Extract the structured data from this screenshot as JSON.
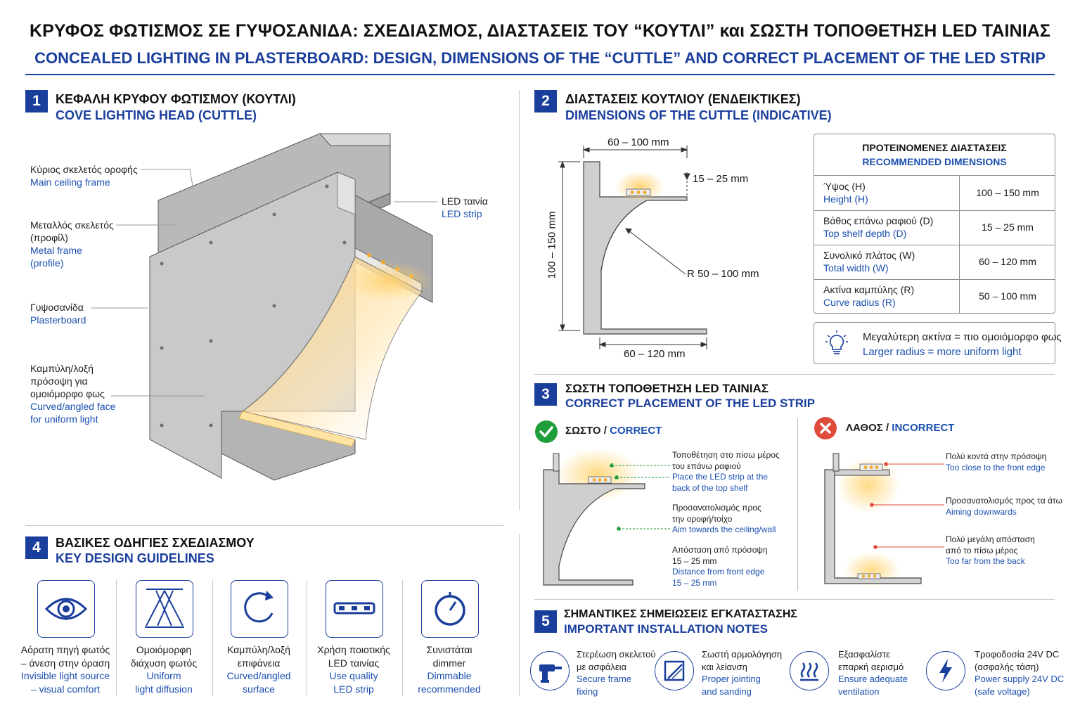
{
  "header": {
    "title_gr": "ΚΡΥΦΟΣ ΦΩΤΙΣΜΟΣ ΣΕ ΓΥΨΟΣΑΝΙΔΑ: ΣΧΕΔΙΑΣΜΟΣ, ΔΙΑΣΤΑΣΕΙΣ ΤΟΥ “ΚΟΥΤΛΙ” και ΣΩΣΤΗ ΤΟΠΟΘΕΤΗΣΗ LED ΤΑΙΝΙΑΣ",
    "title_en": "CONCEALED LIGHTING IN PLASTERBOARD: DESIGN, DIMENSIONS OF THE “CUTTLE” AND CORRECT PLACEMENT OF THE LED STRIP"
  },
  "section1": {
    "number": "1",
    "title_gr": "ΚΕΦΑΛΗ ΚΡΥΦΟΥ ΦΩΤΙΣΜΟΥ (ΚΟΥΤΛΙ)",
    "title_en": "COVE LIGHTING HEAD (CUTTLE)",
    "labels": {
      "main_frame_gr": "Κύριος σκελετός οροφής",
      "main_frame_en": "Main ceiling frame",
      "metal_gr1": "Μεταλλός σκελετός",
      "metal_gr2": "(προφίλ)",
      "metal_en1": "Metal frame",
      "metal_en2": "(profile)",
      "plaster_gr": "Γυψοσανίδα",
      "plaster_en": "Plasterboard",
      "curved_gr1": "Καμπύλη/λοξή",
      "curved_gr2": "πρόσοψη για",
      "curved_gr3": "ομοιόμορφο φως",
      "curved_en1": "Curved/angled face",
      "curved_en2": "for uniform light",
      "led_gr": "LED ταινία",
      "led_en": "LED strip"
    }
  },
  "section2": {
    "number": "2",
    "title_gr": "ΔΙΑΣΤΑΣΕΙΣ ΚΟΥΤΛΙΟΥ (ΕΝΔΕΙΚΤΙΚΕΣ)",
    "title_en": "DIMENSIONS OF THE CUTTLE (INDICATIVE)",
    "dims": {
      "top_width": "60 – 100 mm",
      "shelf": "15 – 25 mm",
      "height": "100 – 150 mm",
      "radius": "R 50 – 100 mm",
      "bottom_width": "60 – 120 mm"
    },
    "table": {
      "head_gr": "ΠΡΟΤΕΙΝΟΜΕΝΕΣ ΔΙΑΣΤΑΣΕΙΣ",
      "head_en": "RECOMMENDED DIMENSIONS",
      "rows": [
        {
          "gr": "Ύψος (H)",
          "en": "Height (H)",
          "value": "100 – 150 mm"
        },
        {
          "gr": "Βάθος επάνω ραφιού (D)",
          "en": "Top shelf depth (D)",
          "value": "15 – 25 mm"
        },
        {
          "gr": "Συνολικό πλάτος (W)",
          "en": "Total width (W)",
          "value": "60 – 120 mm"
        },
        {
          "gr": "Ακτίνα καμπύλης (R)",
          "en": "Curve radius (R)",
          "value": "50 – 100 mm"
        }
      ]
    },
    "tip_gr": "Μεγαλύτερη ακτίνα = πιο ομοιόμορφο φως",
    "tip_en": "Larger radius = more uniform light",
    "tip_icon": "lightbulb-icon"
  },
  "section3": {
    "number": "3",
    "title_gr": "ΣΩΣΤΗ ΤΟΠΟΘΕΤΗΣΗ LED ΤΑΙΝΙΑΣ",
    "title_en": "CORRECT PLACEMENT OF THE LED STRIP",
    "correct_gr": "ΣΩΣΤΟ",
    "correct_en": "CORRECT",
    "incorrect_gr": "ΛΑΘΟΣ",
    "incorrect_en": "INCORRECT",
    "separator": "/",
    "correct_notes": [
      {
        "gr1": "Τοποθέτηση στο πίσω μέρος",
        "gr2": "του επάνω ραφιού",
        "en1": "Place the LED strip at the",
        "en2": "back of the top shelf"
      },
      {
        "gr1": "Προσανατολισμός προς",
        "gr2": "την οροφή/τοίχο",
        "en1": "Aim towards the ceiling/wall",
        "en2": ""
      },
      {
        "gr1": "Απόσταση από πρόσοψη",
        "gr2": "15 – 25 mm",
        "en1": "Distance from front edge",
        "en2": "15 – 25 mm"
      }
    ],
    "incorrect_notes": [
      {
        "gr1": "Πολύ κοντά στην πρόσοψη",
        "gr2": "",
        "en1": "Too close to the front edge",
        "en2": ""
      },
      {
        "gr1": "Προσανατολισμός προς τα άτω",
        "gr2": "",
        "en1": "Aiming downwards",
        "en2": ""
      },
      {
        "gr1": "Πολύ μεγάλη απόσταση",
        "gr2": "από το πίσω μέρος",
        "en1": "Too far from the back",
        "en2": ""
      }
    ]
  },
  "section4": {
    "number": "4",
    "title_gr": "ΒΑΣΙΚΕΣ ΟΔΗΓΙΕΣ ΣΧΕΔΙΑΣΜΟΥ",
    "title_en": "KEY DESIGN GUIDELINES",
    "items": [
      {
        "icon": "eye-icon",
        "gr1": "Αόρατη πηγή φωτός",
        "gr2": "– άνεση στην όραση",
        "en1": "Invisible light source",
        "en2": "– visual comfort"
      },
      {
        "icon": "light-diffusion-icon",
        "gr1": "Ομοιόμορφη",
        "gr2": "διάχυση φωτός",
        "en1": "Uniform",
        "en2": "light diffusion"
      },
      {
        "icon": "curve-arrow-icon",
        "gr1": "Καμπύλη/λοξή",
        "gr2": "επιφάνεια",
        "en1": "Curved/angled",
        "en2": "surface"
      },
      {
        "icon": "led-strip-icon",
        "gr1": "Χρήση ποιοτικής",
        "gr2": "LED ταινίας",
        "en1": "Use quality",
        "en2": "LED strip"
      },
      {
        "icon": "dimmer-icon",
        "gr1": "Συνιστάται",
        "gr2": "dimmer",
        "en1": "Dimmable",
        "en2": "recommended"
      }
    ]
  },
  "section5": {
    "number": "5",
    "title_gr": "ΣΗΜΑΝΤΙΚΕΣ ΣΗΜΕΙΩΣΕΙΣ ΕΓΚΑΤΑΣΤΑΣΗΣ",
    "title_en": "IMPORTANT INSTALLATION NOTES",
    "items": [
      {
        "icon": "drill-icon",
        "gr1": "Στερέωση σκελετού",
        "gr2": "με ασφάλεια",
        "en1": "Secure frame",
        "en2": "fixing"
      },
      {
        "icon": "sanding-icon",
        "gr1": "Σωστή αρμολόγηση",
        "gr2": "και λείανση",
        "en1": "Proper jointing",
        "en2": "and sanding"
      },
      {
        "icon": "ventilation-icon",
        "gr1": "Εξασφαλίστε",
        "gr2": "επαρκή αερισμό",
        "en1": "Ensure adequate",
        "en2": "ventilation"
      },
      {
        "icon": "lightning-icon",
        "gr1": "Τροφοδοσία 24V DC",
        "gr2": "(ασφαλής τάση)",
        "en1": "Power supply 24V DC",
        "en2": "(safe voltage)"
      }
    ]
  },
  "colors": {
    "accent": "#1a3e9c",
    "blue_text": "#1a4fb0",
    "correct": "#1e9e3a",
    "incorrect": "#e04a3a",
    "led_glow": "#f5b841"
  }
}
